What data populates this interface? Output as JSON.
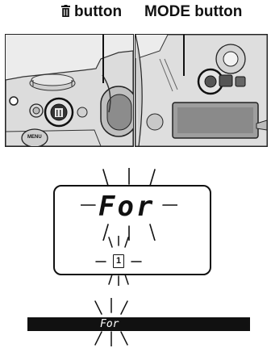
{
  "labels": {
    "trash_button": "button",
    "mode_button": "MODE button"
  },
  "camera_left": {
    "menu_button": "MENU"
  },
  "lcd_panel": {
    "mode_text": "For",
    "card_slot": "1"
  },
  "viewfinder_bar": {
    "mode_text": "For"
  },
  "colors": {
    "ink": "#111111",
    "photo_bg": "#ececec",
    "bar_bg": "#111111"
  }
}
